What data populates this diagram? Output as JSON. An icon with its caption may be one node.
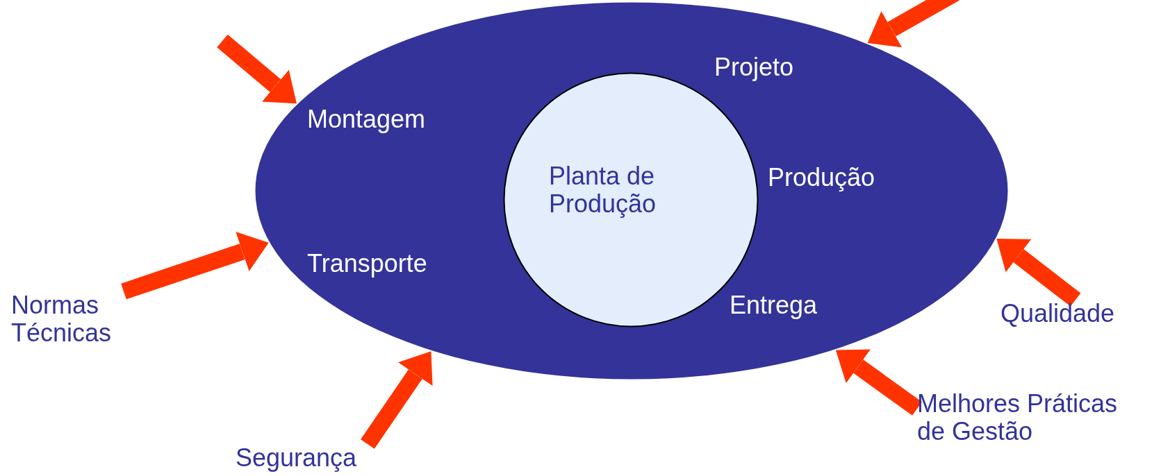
{
  "diagram": {
    "nodes": [
      {
        "text": [
          "Projeto",
          "Montagem",
          "Produção",
          "Transporte",
          "Entrega"
        ]
      },
      {
        "text": [
          "Planta de Produção"
        ],
        "in": 0
      },
      {
        "text": [
          "Normas Técnicas"
        ]
      },
      {
        "text": [
          "Segurança"
        ]
      },
      {
        "text": [
          "Melhores Práticas de Gestão"
        ]
      },
      {
        "text": [
          "Qualidade"
        ]
      }
    ],
    "edges": [
      {
        "from": null,
        "to": 0,
        "arrow": "to"
      },
      {
        "from": null,
        "to": 0,
        "arrow": "to"
      },
      {
        "from": 2,
        "to": 0,
        "arrow": "to"
      },
      {
        "from": 3,
        "to": 0,
        "arrow": "to"
      },
      {
        "from": 4,
        "to": 0,
        "arrow": "to"
      },
      {
        "from": 5,
        "to": 0,
        "arrow": "to"
      }
    ]
  }
}
